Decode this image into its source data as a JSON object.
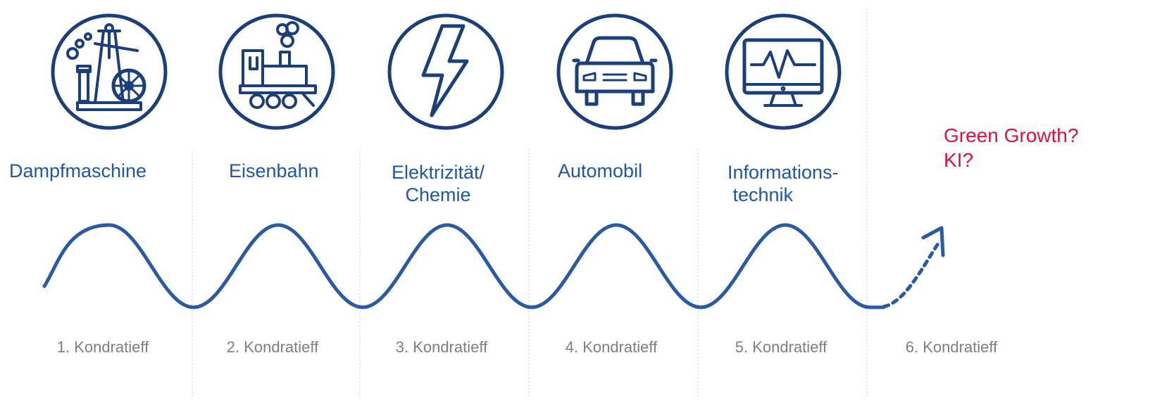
{
  "colors": {
    "primary": "#1f57a2",
    "icon": "#1b3f7a",
    "muted": "#7f7f7f",
    "accent": "#e0103f",
    "divider": "#c8c8c8"
  },
  "eras": [
    {
      "icon": "steam-engine-icon",
      "label_lines": [
        "Dampfmaschine"
      ]
    },
    {
      "icon": "locomotive-icon",
      "label_lines": [
        "Eisenbahn"
      ]
    },
    {
      "icon": "lightning-icon",
      "label_lines": [
        "Elektrizität/",
        "Chemie"
      ]
    },
    {
      "icon": "car-icon",
      "label_lines": [
        "Automobil"
      ]
    },
    {
      "icon": "monitor-icon",
      "label_lines": [
        "Informations-",
        " technik"
      ]
    }
  ],
  "future": {
    "lines": [
      "Green Growth?",
      "KI?"
    ]
  },
  "waves": [
    "1. Kondratieff",
    "2. Kondratieff",
    "3. Kondratieff",
    "4. Kondratieff",
    "5. Kondratieff",
    "6. Kondratieff"
  ]
}
